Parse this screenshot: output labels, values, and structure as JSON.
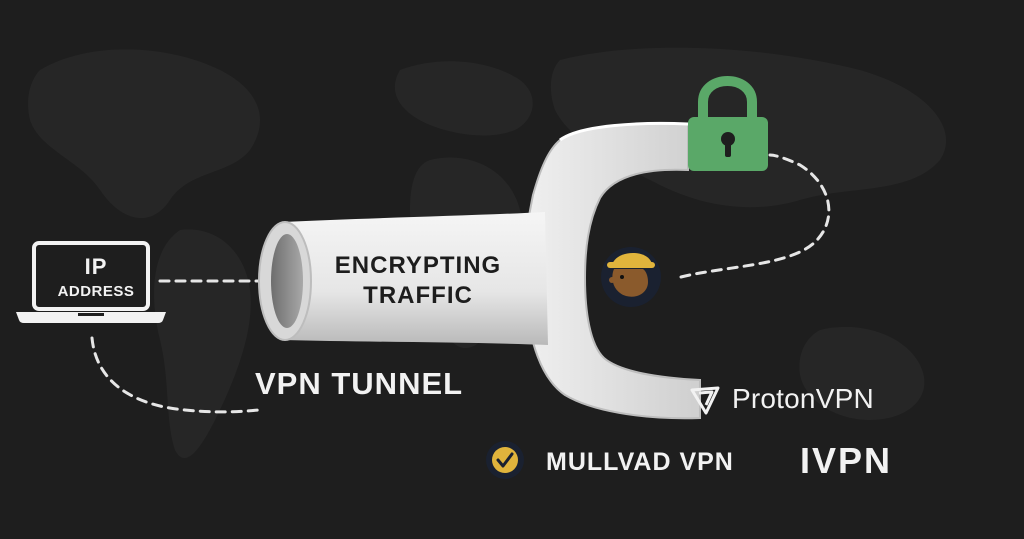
{
  "laptop": {
    "line1": "IP",
    "line2": "ADDRESS"
  },
  "tunnel": {
    "line1": "ENCRYPTING",
    "line2": "TRAFFIC",
    "title": "VPN TUNNEL"
  },
  "providers": {
    "proton": "ProtonVPN",
    "mullvad": "MULLVAD VPN",
    "ivpn": "IVPN"
  },
  "colors": {
    "background": "#1e1e1e",
    "lock": "#5aa868",
    "tunnel": "#e8e8e8",
    "mullvad_badge": "#e0b43c",
    "text": "#f2f2f2"
  },
  "icons": [
    "laptop-icon",
    "padlock-icon",
    "mullvad-mole-icon",
    "proton-logo-icon",
    "checkmark-icon"
  ]
}
